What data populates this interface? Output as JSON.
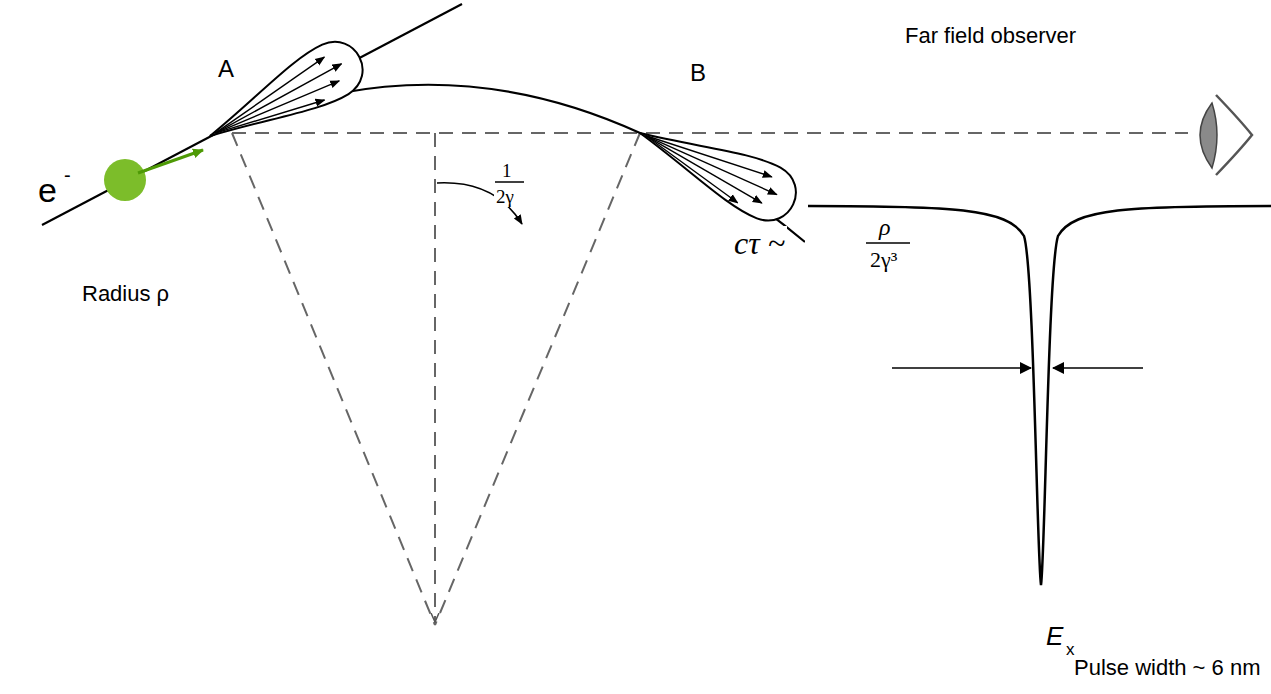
{
  "diagram": {
    "labels": [
      "A",
      "e",
      "-",
      "Radius ρ",
      "1",
      "2γ",
      "B",
      "Far field observer",
      "cτ ~",
      "ρ",
      "2γ³",
      "E",
      "x",
      "Pulse width ~ 6 nm"
    ]
  }
}
